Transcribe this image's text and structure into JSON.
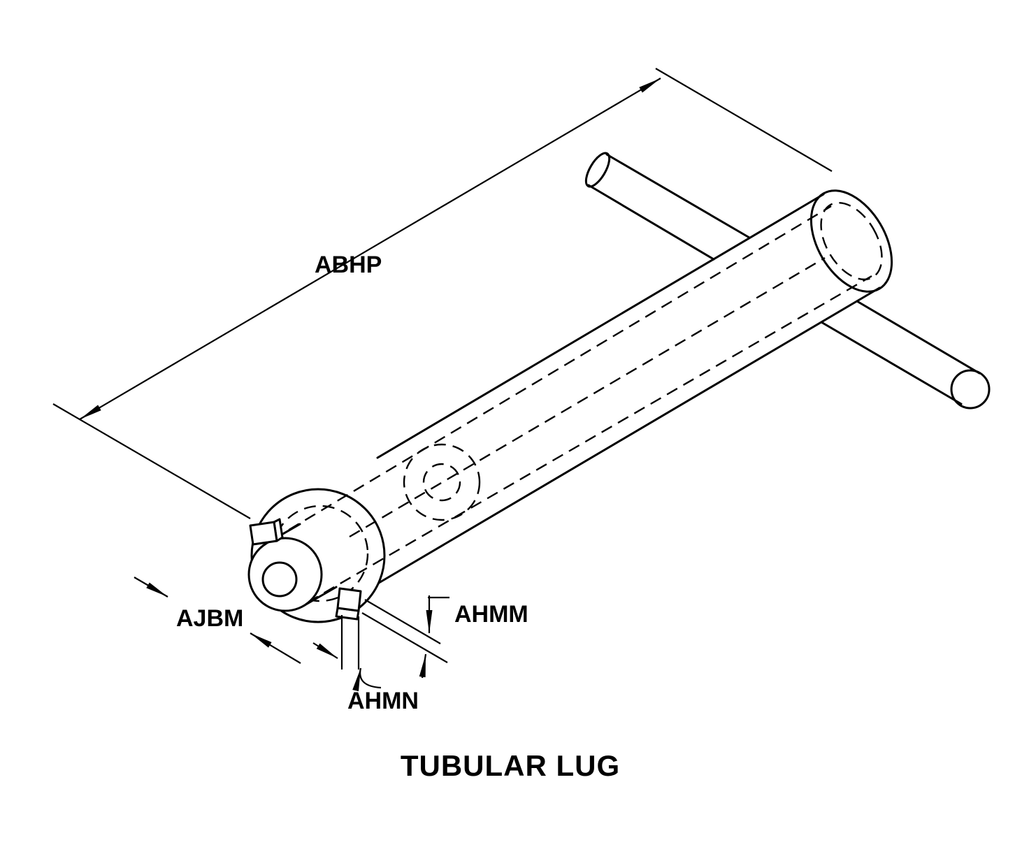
{
  "title": "TUBULAR LUG",
  "labels": {
    "overall_length": "ABHP",
    "lug_diameter": "AJBM",
    "tab_thickness": "AHMM",
    "tab_width": "AHMN"
  },
  "colors": {
    "line": "#000000",
    "background": "#ffffff"
  },
  "figure": {
    "type": "isometric engineering line drawing",
    "subject": "tubular lug with cross rod, flanged end with keys, hidden bore shown dashed",
    "dimension_count": 4
  }
}
